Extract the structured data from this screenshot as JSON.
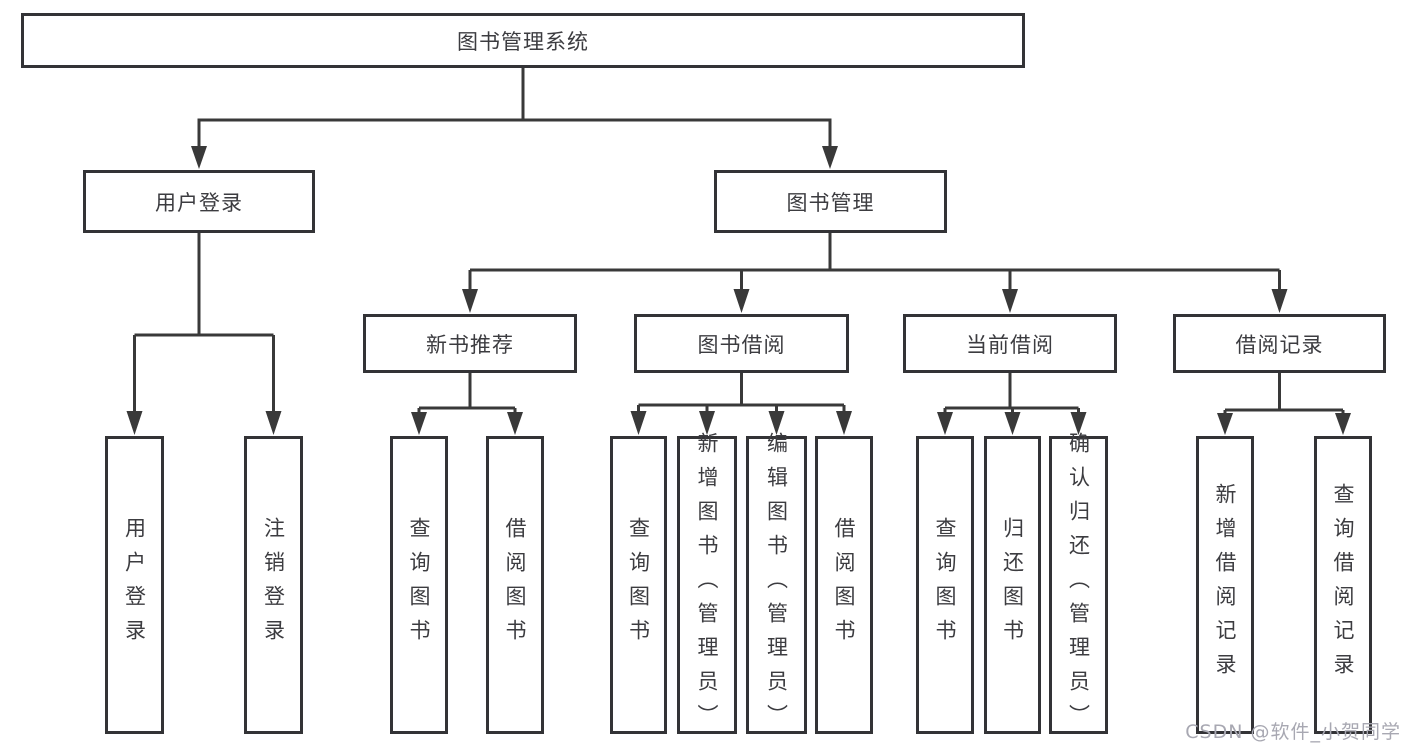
{
  "tree": {
    "root": {
      "label": "图书管理系统"
    },
    "level2": [
      "用户登录",
      "图书管理"
    ],
    "level3": [
      "新书推荐",
      "图书借阅",
      "当前借阅",
      "借阅记录"
    ],
    "leaves": {
      "user_login": [
        "用户登录",
        "注销登录"
      ],
      "new_book_recommend": [
        "查询图书",
        "借阅图书"
      ],
      "book_borrowing": [
        "查询图书",
        "新增图书（管理员）",
        "编辑图书（管理员）",
        "借阅图书"
      ],
      "current_borrowing": [
        "查询图书",
        "归还图书",
        "确认归还（管理员）"
      ],
      "borrowing_records": [
        "新增借阅记录",
        "查询借阅记录"
      ]
    }
  },
  "watermark": "CSDN @软件_小贺同学",
  "colors": {
    "line": "#393939",
    "box_border": "#333336",
    "text": "#3c3c40",
    "watermark": "#a8a8b2",
    "background": "#ffffff"
  }
}
